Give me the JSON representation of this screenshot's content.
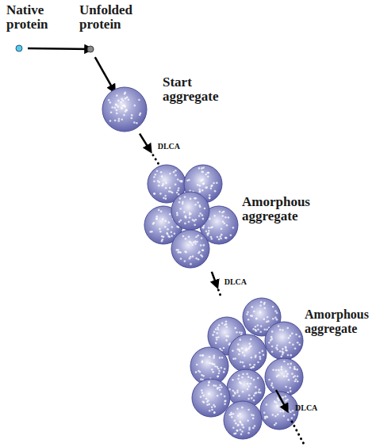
{
  "diagram": {
    "nodes": [
      {
        "text": [
          "Native protein"
        ]
      },
      {
        "text": [
          "Unfolded protein"
        ]
      },
      {
        "text": [
          "Start aggregate"
        ]
      },
      {
        "text": [
          "Amorphous aggregate"
        ]
      },
      {
        "text": [
          "Amorphous aggregate"
        ]
      }
    ],
    "edges": [
      {
        "from": 0,
        "to": 1,
        "arrow": "to"
      },
      {
        "from": 1,
        "to": 2,
        "arrow": "to"
      },
      {
        "from": 2,
        "to": 3,
        "arrow": "to",
        "label": "DLCA"
      },
      {
        "from": 3,
        "to": 4,
        "arrow": "to",
        "label": "DLCA"
      }
    ],
    "labels": [
      "DLCA"
    ]
  }
}
